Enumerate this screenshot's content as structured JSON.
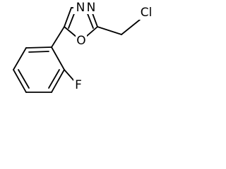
{
  "molecule": {
    "atoms": {
      "n3": "N",
      "n4": "N",
      "o1": "O",
      "cl": "Cl",
      "f": "F"
    }
  }
}
